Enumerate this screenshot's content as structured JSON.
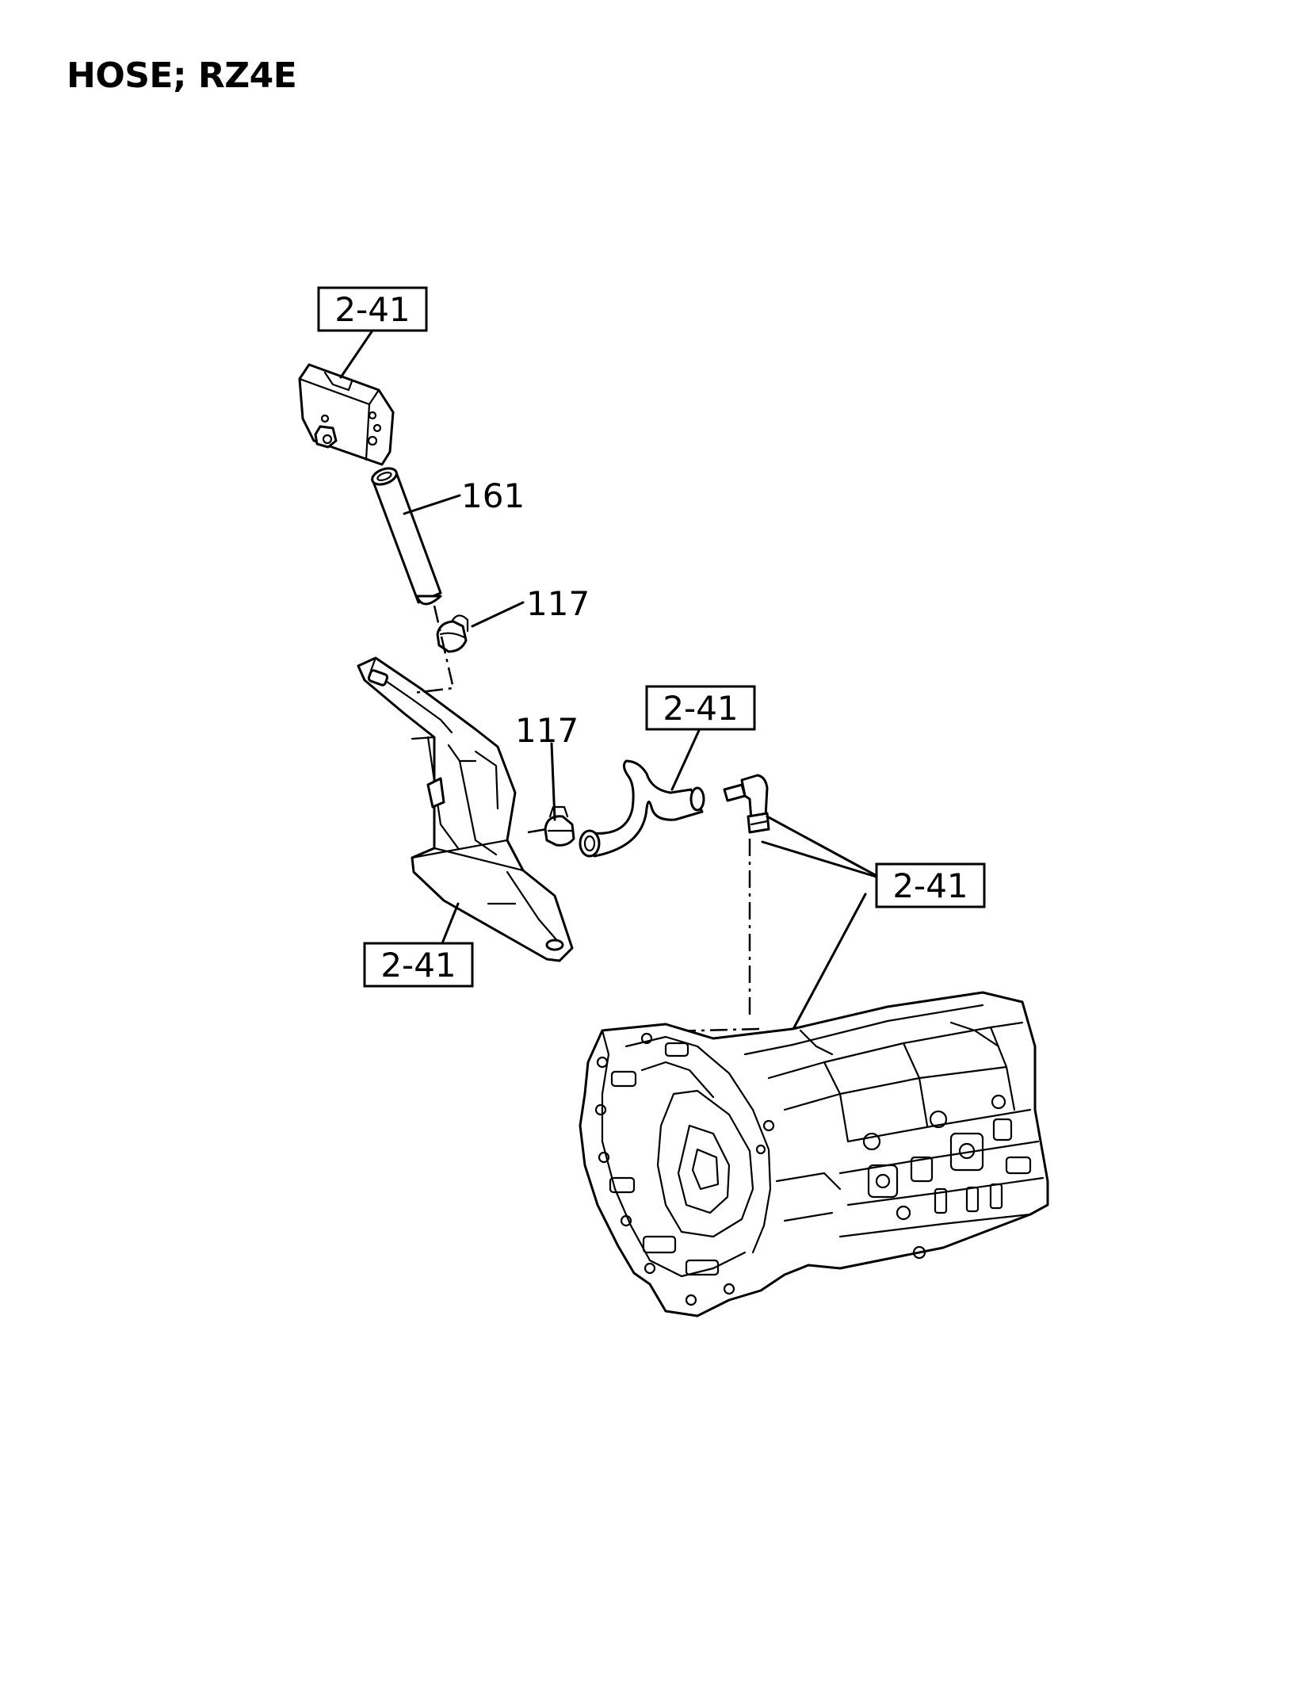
{
  "title": "HOSE; RZ4E",
  "callouts": [
    {
      "id": "ref-top",
      "text": "2-41",
      "boxed": true
    },
    {
      "id": "part-161",
      "text": "161",
      "boxed": false
    },
    {
      "id": "part-117-top",
      "text": "117",
      "boxed": false
    },
    {
      "id": "ref-mid",
      "text": "2-41",
      "boxed": true
    },
    {
      "id": "part-117-mid",
      "text": "117",
      "boxed": false
    },
    {
      "id": "ref-right",
      "text": "2-41",
      "boxed": true
    },
    {
      "id": "ref-bracket",
      "text": "2-41",
      "boxed": true
    }
  ],
  "colors": {
    "line": "#000000",
    "background": "#ffffff"
  }
}
